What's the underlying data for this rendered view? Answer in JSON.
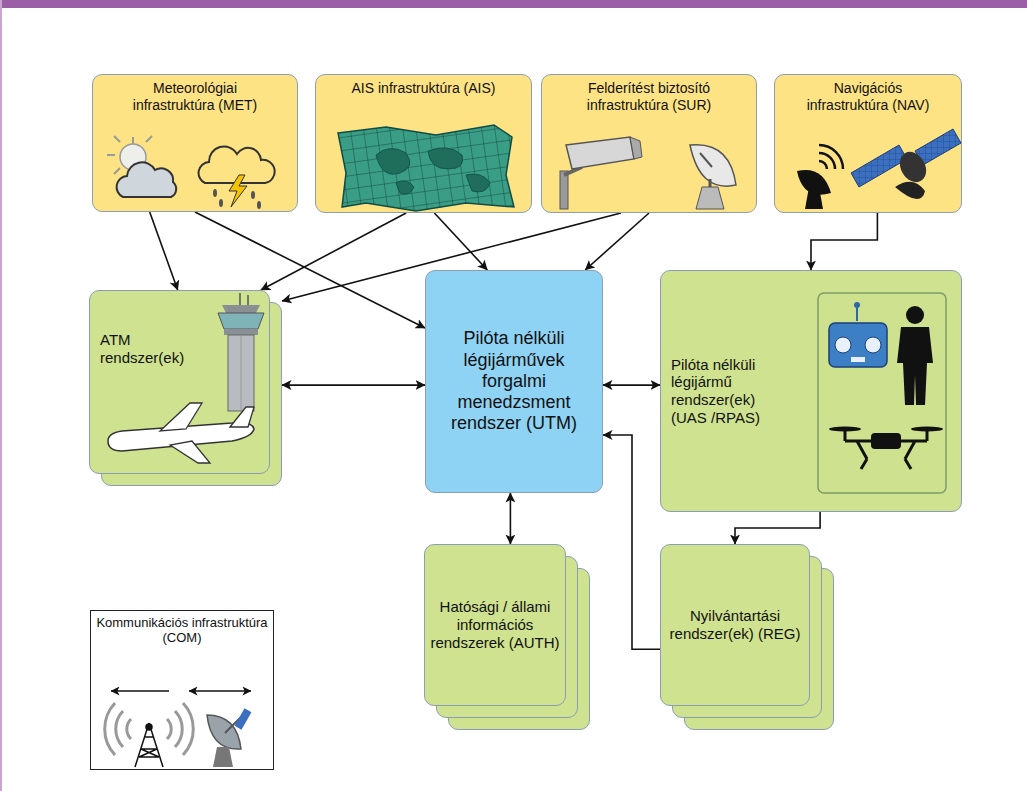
{
  "diagram": {
    "nodes": [
      {
        "text": [
          "Meteorológiai infrastruktúra (MET)"
        ]
      },
      {
        "text": [
          "AIS infrastruktúra (AIS)"
        ]
      },
      {
        "text": [
          "Felderítést biztosító infrastruktúra (SUR)"
        ]
      },
      {
        "text": [
          "Navigációs infrastruktúra (NAV)"
        ]
      },
      {
        "text": [
          "ATM rendszer(ek)"
        ]
      },
      {
        "text": [
          "Pilóta nélküli légijárművek forgalmi menedzsment rendszer (UTM)"
        ]
      },
      {
        "text": [
          "Pilóta nélküli légijármű rendszer(ek) (UAS /RPAS)"
        ]
      },
      {
        "text": [
          "Kommunikációs infrastruktúra (COM)"
        ]
      },
      {
        "text": [
          "Hatósági / állami információs rendszerek (AUTH)"
        ]
      },
      {
        "text": [
          "Nyilvántartási rendszer(ek) (REG)"
        ]
      }
    ],
    "edges": [
      {
        "from": 0,
        "to": 4,
        "arrow": "to"
      },
      {
        "from": 0,
        "to": 5,
        "arrow": "to"
      },
      {
        "from": 1,
        "to": 4,
        "arrow": "to"
      },
      {
        "from": 1,
        "to": 5,
        "arrow": "to"
      },
      {
        "from": 2,
        "to": 4,
        "arrow": "to"
      },
      {
        "from": 2,
        "to": 5,
        "arrow": "to"
      },
      {
        "from": 3,
        "to": 6,
        "arrow": "to"
      },
      {
        "from": 4,
        "to": 5,
        "arrow": "both"
      },
      {
        "from": 5,
        "to": 6,
        "arrow": "both"
      },
      {
        "from": 5,
        "to": 8,
        "arrow": "both"
      },
      {
        "from": 6,
        "to": 9,
        "arrow": "to"
      },
      {
        "from": 9,
        "to": 5,
        "arrow": "to"
      }
    ]
  }
}
